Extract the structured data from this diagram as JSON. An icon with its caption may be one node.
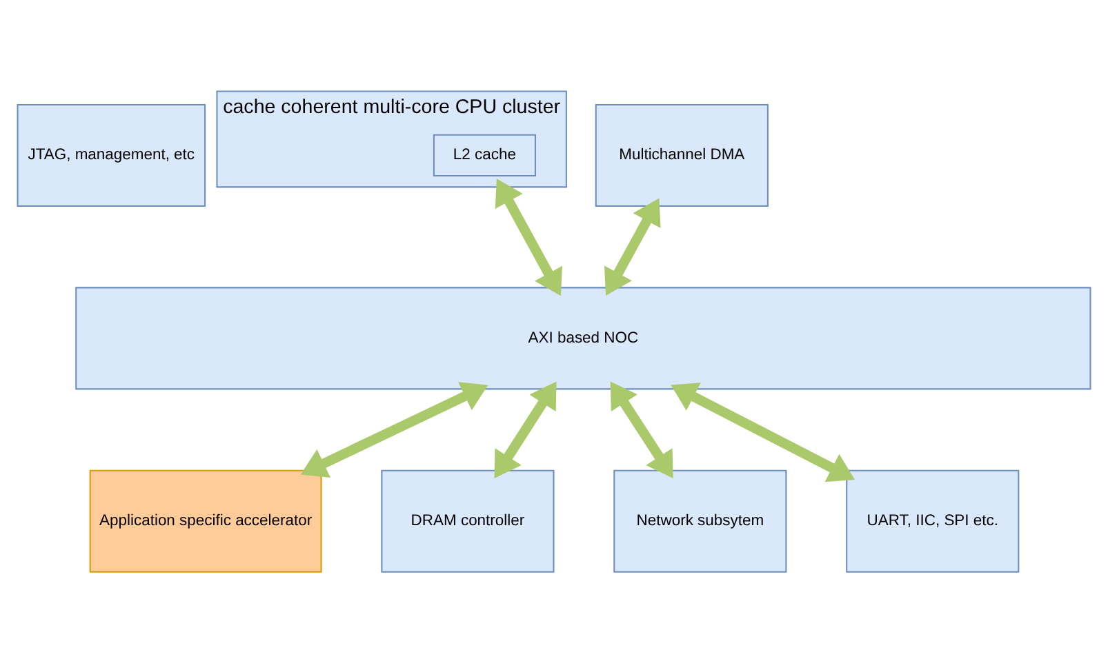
{
  "diagram": {
    "nodes": [
      {
        "text": [
          "JTAG, management, etc"
        ]
      },
      {
        "text": [
          "cache coherent multi-core CPU cluster"
        ]
      },
      {
        "text": [
          "L2 cache"
        ],
        "in": 1
      },
      {
        "text": [
          "Multichannel DMA"
        ]
      },
      {
        "text": [
          "AXI based NOC"
        ]
      },
      {
        "text": [
          "Application specific accelerator"
        ]
      },
      {
        "text": [
          "DRAM controller"
        ]
      },
      {
        "text": [
          "Network subsytem"
        ]
      },
      {
        "text": [
          "UART, IIC, SPI etc."
        ]
      }
    ],
    "edges": [
      {
        "from": 1,
        "to": 4,
        "arrow": "both"
      },
      {
        "from": 3,
        "to": 4,
        "arrow": "both"
      },
      {
        "from": 4,
        "to": 5,
        "arrow": "both"
      },
      {
        "from": 4,
        "to": 6,
        "arrow": "both"
      },
      {
        "from": 4,
        "to": 7,
        "arrow": "both"
      },
      {
        "from": 4,
        "to": 8,
        "arrow": "both"
      }
    ]
  }
}
